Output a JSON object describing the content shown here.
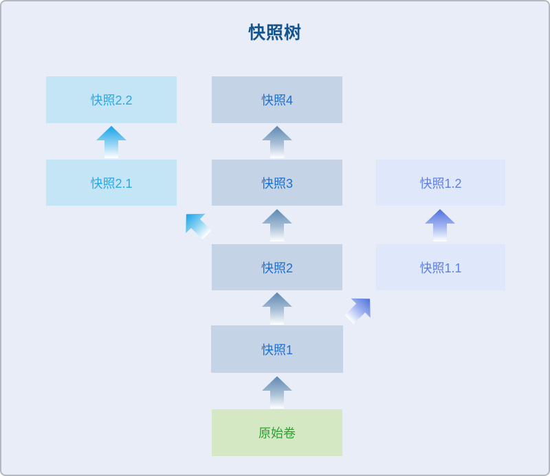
{
  "diagram": {
    "title": "快照树",
    "nodes": [
      {
        "id": "snapshot-2-2",
        "label": "快照2.2",
        "variant": "cyan"
      },
      {
        "id": "snapshot-4",
        "label": "快照4",
        "variant": "steel"
      },
      {
        "id": "snapshot-2-1",
        "label": "快照2.1",
        "variant": "cyan"
      },
      {
        "id": "snapshot-3",
        "label": "快照3",
        "variant": "steel"
      },
      {
        "id": "snapshot-1-2",
        "label": "快照1.2",
        "variant": "periwinkle"
      },
      {
        "id": "snapshot-2",
        "label": "快照2",
        "variant": "steel"
      },
      {
        "id": "snapshot-1-1",
        "label": "快照1.1",
        "variant": "periwinkle"
      },
      {
        "id": "snapshot-1",
        "label": "快照1",
        "variant": "steel"
      },
      {
        "id": "original-volume",
        "label": "原始卷",
        "variant": "green"
      }
    ],
    "edges": [
      {
        "from": "原始卷",
        "to": "快照1",
        "direction": "up",
        "color": "steel"
      },
      {
        "from": "快照1",
        "to": "快照2",
        "direction": "up",
        "color": "steel"
      },
      {
        "from": "快照2",
        "to": "快照3",
        "direction": "up",
        "color": "steel"
      },
      {
        "from": "快照3",
        "to": "快照4",
        "direction": "up",
        "color": "steel"
      },
      {
        "from": "快照2.1",
        "to": "快照2.2",
        "direction": "up",
        "color": "cyan"
      },
      {
        "from": "快照2",
        "to": "快照2.1",
        "direction": "up-left",
        "color": "cyan"
      },
      {
        "from": "快照1",
        "to": "快照1.1",
        "direction": "up-right",
        "color": "periwinkle"
      },
      {
        "from": "快照1.1",
        "to": "快照1.2",
        "direction": "up",
        "color": "periwinkle"
      }
    ],
    "colors": {
      "background": "#e8edf8",
      "frame_border": "#b3b7bf",
      "title_text": "#15548e",
      "steel_fill": "#c5d3e7",
      "steel_text": "#1d6fd1",
      "cyan_fill": "#c3e5f5",
      "cyan_text": "#2ba7e5",
      "periwinkle_fill": "#dfe7fb",
      "periwinkle_text": "#5c7fe6",
      "green_fill": "#d3e8c3",
      "green_text": "#2f9e33",
      "arrow_steel": "#5d87b2",
      "arrow_cyan": "#14a3ea",
      "arrow_periwinkle": "#4d6fdd"
    }
  }
}
